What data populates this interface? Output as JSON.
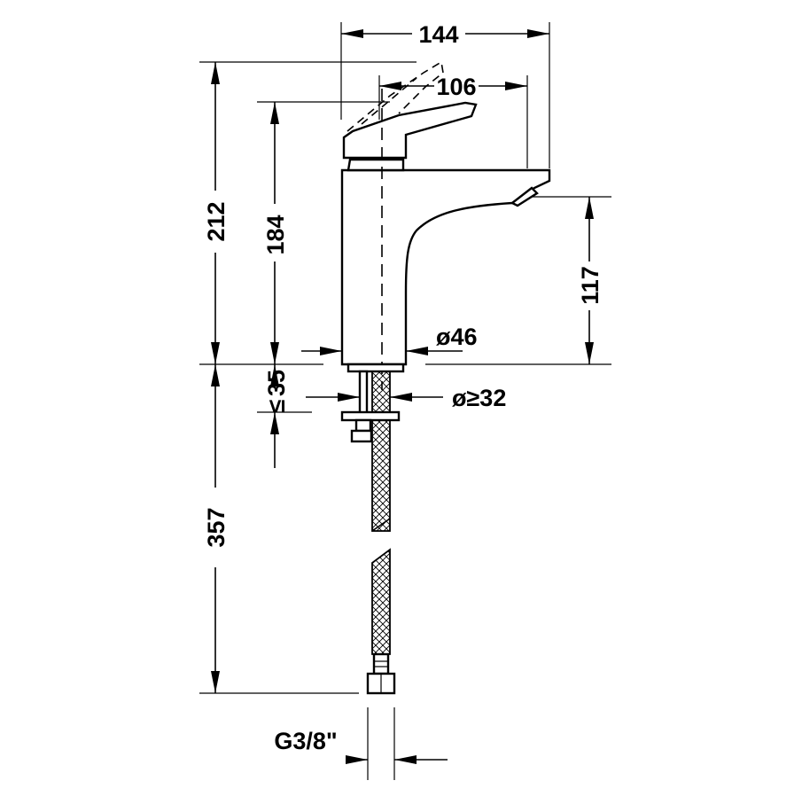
{
  "dimensions": {
    "overall_width": "144",
    "lever_reach": "106",
    "total_height": "212",
    "spout_top_height": "184",
    "spout_outlet_height": "117",
    "body_diameter": "ø46",
    "max_deck_thickness": "35",
    "max_deck_symbol": "≤",
    "hole_diameter": "ø≥32",
    "hose_length": "357",
    "connection_thread": "G3/8\""
  },
  "colors": {
    "line": "#000000",
    "background": "#ffffff"
  }
}
